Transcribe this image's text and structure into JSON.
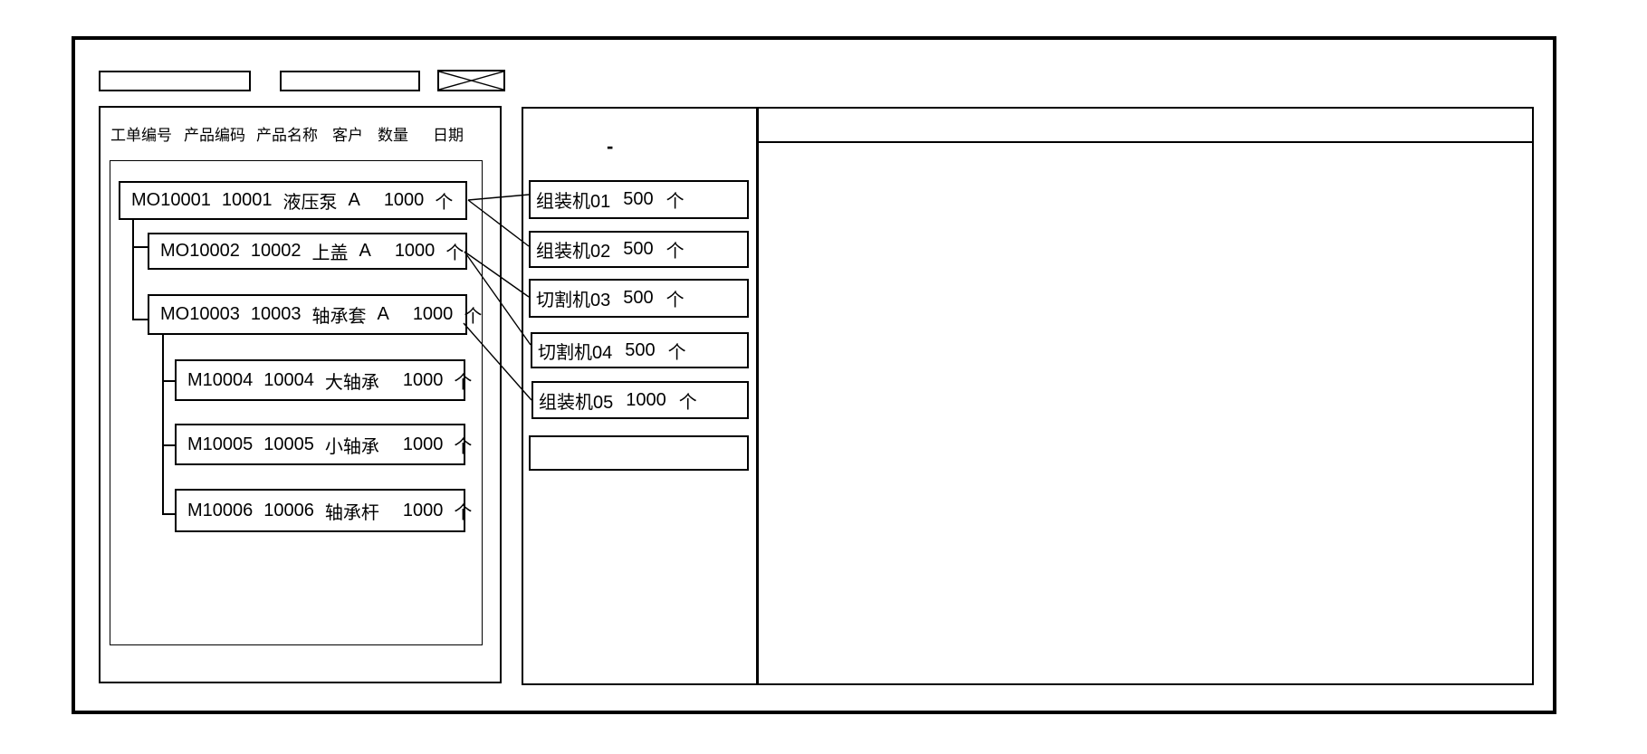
{
  "colors": {
    "line": "#000000",
    "background": "#ffffff"
  },
  "toolbar": {
    "field1_value": "",
    "field2_value": ""
  },
  "order_list": {
    "columns": [
      "工单编号",
      "产品编码",
      "产品名称",
      "客户",
      "数量",
      "日期"
    ],
    "orders": [
      {
        "order_no": "MO10001",
        "product_code": "10001",
        "product_name": "液压泵",
        "customer": "A",
        "qty": "1000",
        "unit": "个"
      },
      {
        "order_no": "MO10002",
        "product_code": "10002",
        "product_name": "上盖",
        "customer": "A",
        "qty": "1000",
        "unit": "个"
      },
      {
        "order_no": "MO10003",
        "product_code": "10003",
        "product_name": "轴承套",
        "customer": "A",
        "qty": "1000",
        "unit": "个"
      },
      {
        "order_no": "M10004",
        "product_code": "10004",
        "product_name": "大轴承",
        "customer": "",
        "qty": "1000",
        "unit": "个"
      },
      {
        "order_no": "M10005",
        "product_code": "10005",
        "product_name": "小轴承",
        "customer": "",
        "qty": "1000",
        "unit": "个"
      },
      {
        "order_no": "M10006",
        "product_code": "10006",
        "product_name": "轴承杆",
        "customer": "",
        "qty": "1000",
        "unit": "个"
      }
    ]
  },
  "machine_list": {
    "stray_mark": "-",
    "machines": [
      {
        "name": "组装机01",
        "qty": "500",
        "unit": "个"
      },
      {
        "name": "组装机02",
        "qty": "500",
        "unit": "个"
      },
      {
        "name": "切割机03",
        "qty": "500",
        "unit": "个"
      },
      {
        "name": "切割机04",
        "qty": "500",
        "unit": "个"
      },
      {
        "name": "组装机05",
        "qty": "1000",
        "unit": "个"
      },
      {
        "name": "",
        "qty": "",
        "unit": ""
      }
    ]
  },
  "right_panel": {
    "content": ""
  }
}
